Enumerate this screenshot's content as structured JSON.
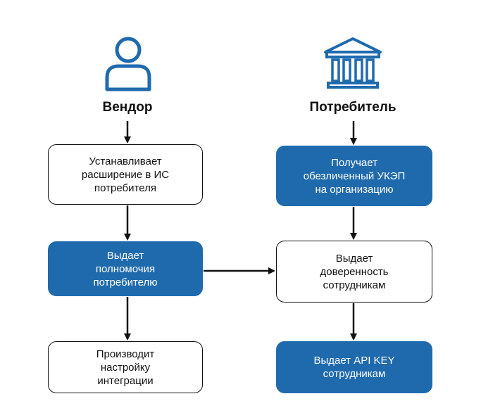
{
  "actors": {
    "vendor": {
      "label": "Вендор",
      "icon": "person-icon"
    },
    "consumer": {
      "label": "Потребитель",
      "icon": "bank-icon"
    }
  },
  "vendor_steps": [
    {
      "text": "Устанавливает\nрасширение в ИС\nпотребителя",
      "style": "white"
    },
    {
      "text": "Выдает\nполномочия\nпотребителю",
      "style": "blue"
    },
    {
      "text": "Производит\nнастройку\nинтеграции",
      "style": "white"
    }
  ],
  "consumer_steps": [
    {
      "text": "Получает\nобезличенный УКЭП\nна организацию",
      "style": "blue"
    },
    {
      "text": "Выдает\nдоверенность\nсотрудникам",
      "style": "white"
    },
    {
      "text": "Выдает API KEY\nсотрудникам",
      "style": "blue"
    }
  ],
  "colors": {
    "accent": "#1f6aad",
    "text": "#111111",
    "white": "#ffffff"
  }
}
